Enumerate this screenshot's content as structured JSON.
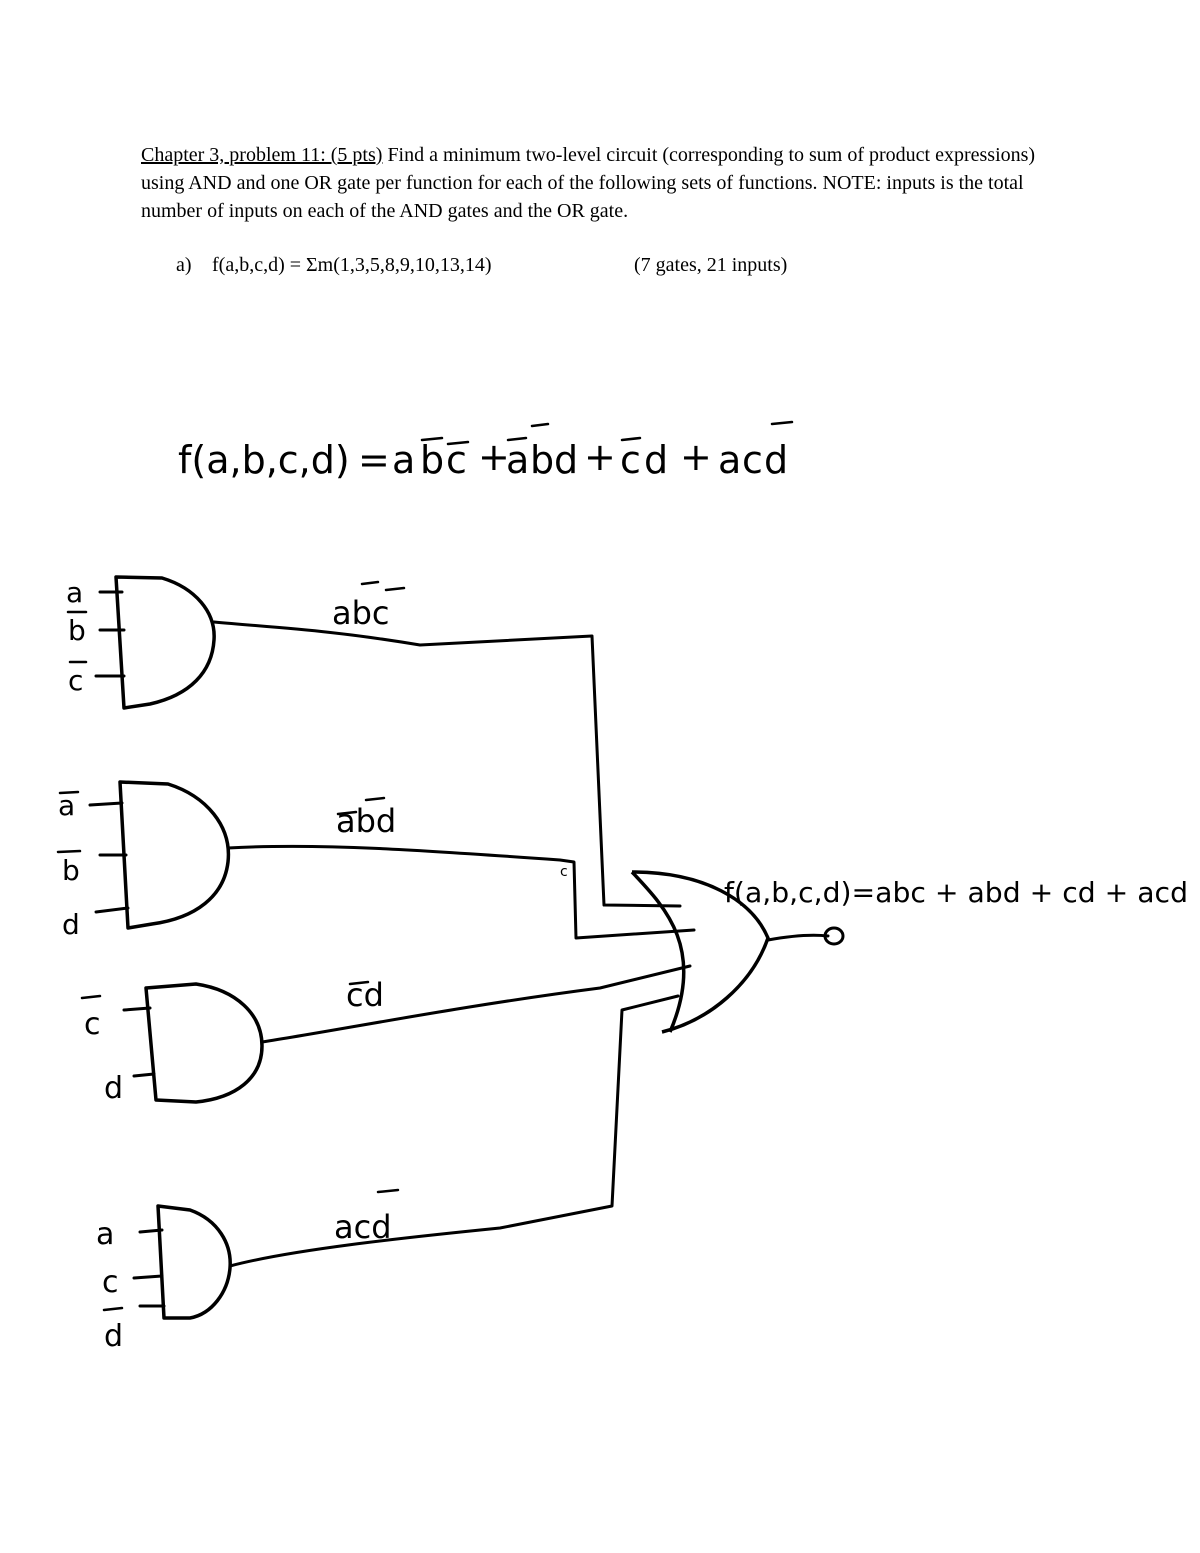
{
  "problem": {
    "lead": "Chapter 3, problem 11: (5 pts)",
    "text": " Find a minimum two-level circuit (corresponding to sum of product expressions) using AND and one OR gate per function for each of the following sets of functions. NOTE: inputs is the total number of inputs on each of the AND gates and the OR gate."
  },
  "part_a": {
    "label": "a)",
    "expr": "f(a,b,c,d)  =  Σm(1,3,5,8,9,10,13,14)",
    "note": "(7 gates, 21 inputs)"
  },
  "handwritten": {
    "equation_lhs": "f(a,b,c,d)",
    "equals": "=",
    "plus": "+",
    "terms": [
      {
        "letters": [
          "a",
          "b",
          "c"
        ],
        "bars": [
          false,
          true,
          true
        ]
      },
      {
        "letters": [
          "a",
          "b",
          "d"
        ],
        "bars": [
          true,
          true,
          false
        ]
      },
      {
        "letters": [
          "c",
          "d"
        ],
        "bars": [
          true,
          false
        ]
      },
      {
        "letters": [
          "a",
          "c",
          "d"
        ],
        "bars": [
          false,
          false,
          true
        ]
      }
    ],
    "gate_inputs": [
      [
        "a",
        "b",
        "c"
      ],
      [
        "a",
        "b",
        "d"
      ],
      [
        "c",
        "d"
      ],
      [
        "a",
        "c",
        "d"
      ]
    ],
    "wire_labels": [
      "abc",
      "abd",
      "cd",
      "acd"
    ],
    "small_c": "c",
    "output_label": "f(a,b,c,d)=abc + abd + cd + acd"
  }
}
